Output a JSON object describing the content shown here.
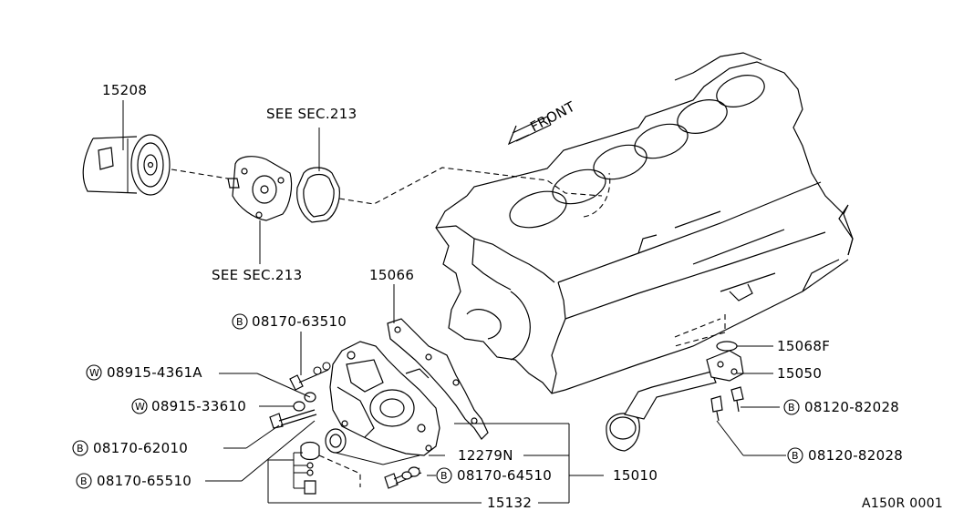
{
  "labels": {
    "oil_filter": "15208",
    "see_sec_top": "SEE SEC.213",
    "see_sec_bottom": "SEE SEC.213",
    "front": "FRONT",
    "gasket": "15066",
    "bolt_63510": "08170-63510",
    "washer_4361a": "08915-4361A",
    "washer_33610": "08915-33610",
    "bolt_62010": "08170-62010",
    "bolt_65510": "08170-65510",
    "oring": "15068F",
    "strainer": "15050",
    "bolt_82028_a": "08120-82028",
    "bolt_82028_b": "08120-82028",
    "seal": "12279N",
    "bolt_64510": "08170-64510",
    "pump_assy": "15010",
    "pump_kit": "15132",
    "diagram_id": "A150R 0001"
  },
  "prefix": {
    "bolt": "B",
    "washer": "W"
  }
}
